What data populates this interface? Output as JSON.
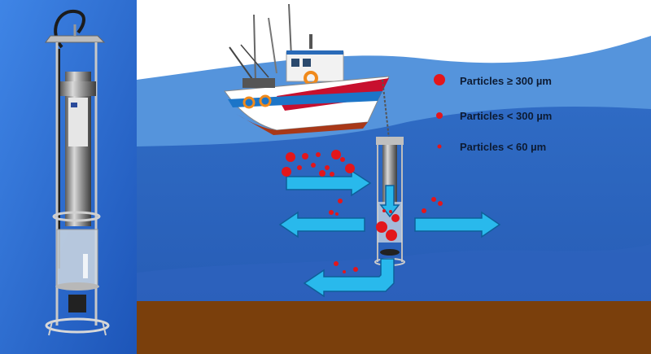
{
  "legend": {
    "items": [
      {
        "label": "Particles ≥ 300 µm",
        "size": "large"
      },
      {
        "label": "Particles < 300 µm",
        "size": "medium"
      },
      {
        "label": "Particles < 60 µm",
        "size": "small"
      }
    ]
  },
  "colors": {
    "sky": "#ffffff",
    "sea_surface": "#4f8fd8",
    "sea_deep": "#2f66bf",
    "seabed": "#7a3f0c",
    "photo_backdrop": "#2d6fd6",
    "arrow_fill": "#29b9ec",
    "arrow_stroke": "#0e5f99",
    "particle": "#e3161b",
    "boat_hull_white": "#ffffff",
    "boat_hull_red": "#c8102e",
    "boat_stripe_blue": "#1c75c8"
  },
  "icons": [
    "sampling-pump-photo",
    "fishing-boat-icon",
    "pump-device-icon"
  ]
}
